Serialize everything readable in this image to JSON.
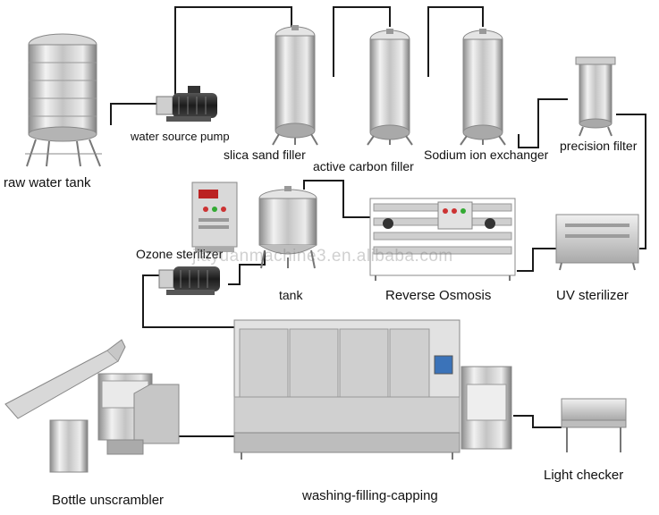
{
  "labels": {
    "raw_water_tank": "raw water tank",
    "water_source_pump": "water source pump",
    "silica_sand_filler": "slica sand filler",
    "active_carbon_filler": "active carbon filler",
    "sodium_ion_exchanger": "Sodium ion exchanger",
    "precision_filter": "precision filter",
    "ozone_sterilizer": "Ozone sterilizer",
    "tank": "tank",
    "reverse_osmosis": "Reverse Osmosis",
    "uv_sterilizer": "UV sterilizer",
    "bottle_unscrambler": "Bottle unscrambler",
    "washing_filling_capping": "washing-filling-capping",
    "light_checker": "Light checker"
  },
  "watermark": "jiayuanmachine3.en.alibaba.com",
  "colors": {
    "pipe": "#1a1a1a",
    "steel_light": "#e6e6e6",
    "steel_mid": "#b9b9b9",
    "steel_dark": "#7a7a7a",
    "pump_body": "#222222",
    "control_panel": "#d7d7d7"
  }
}
